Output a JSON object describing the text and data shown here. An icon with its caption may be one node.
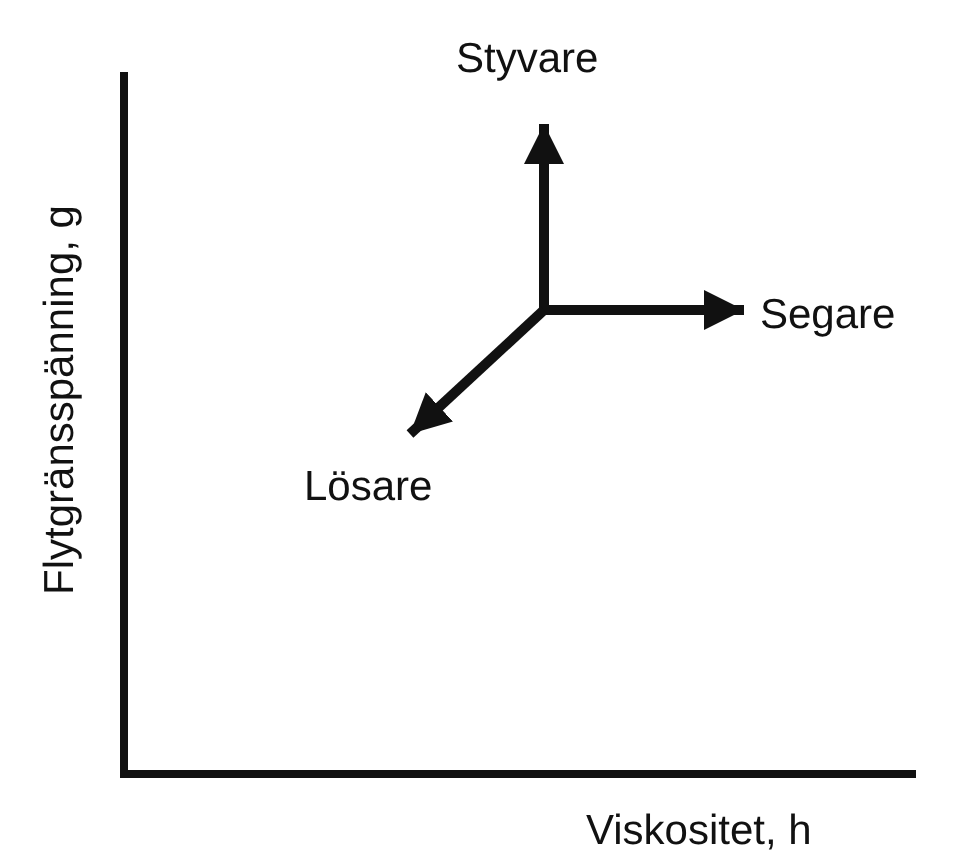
{
  "diagram": {
    "nodes": [
      {
        "text": [
          "Styvare"
        ]
      },
      {
        "text": [
          "Segare"
        ]
      },
      {
        "text": [
          "Lösare"
        ]
      }
    ],
    "edges": [
      {
        "from": null,
        "to": 0,
        "arrow": "to"
      },
      {
        "from": null,
        "to": 1,
        "arrow": "to"
      },
      {
        "from": null,
        "to": 2,
        "arrow": "to"
      }
    ],
    "labels": [
      "Flytgränsspänning, g",
      "Viskositet, h"
    ]
  }
}
